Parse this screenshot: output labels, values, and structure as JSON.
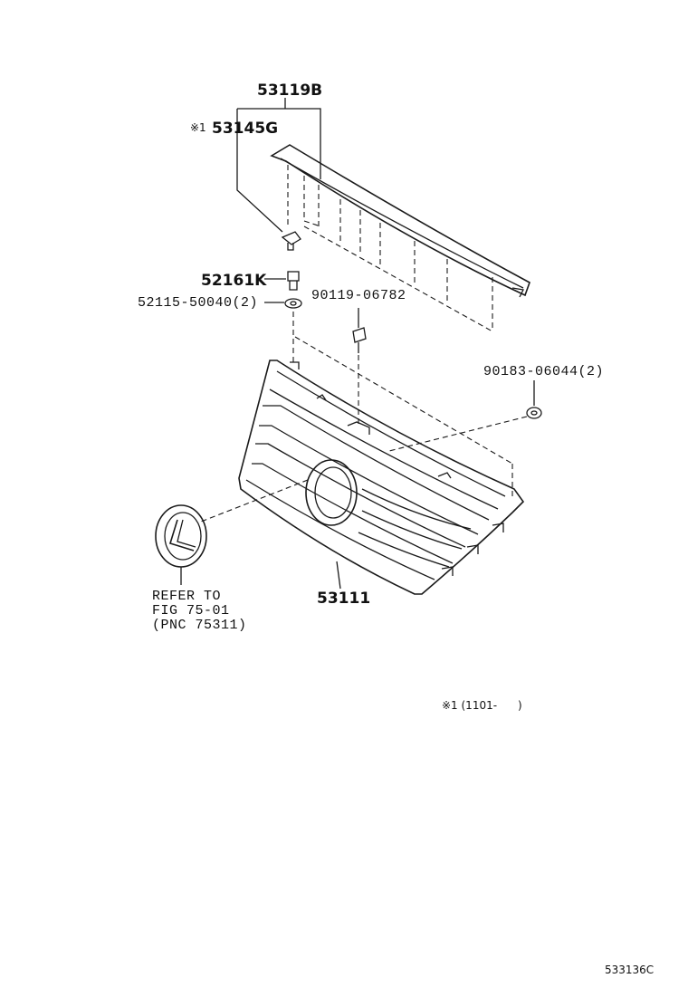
{
  "parts": {
    "p53119b": "53119B",
    "mark_53145g": "※1",
    "p53145g": "53145G",
    "p52161k": "52161K",
    "p52115": "52115-50040(2)",
    "p90119": "90119-06782",
    "p90183": "90183-06044(2)",
    "p53111": "53111"
  },
  "refer": {
    "line1": "REFER TO",
    "line2": "FIG 75-01",
    "line3": "(PNC 75311)"
  },
  "footnote": "※1 (1101-      )",
  "figure_code": "533136C"
}
